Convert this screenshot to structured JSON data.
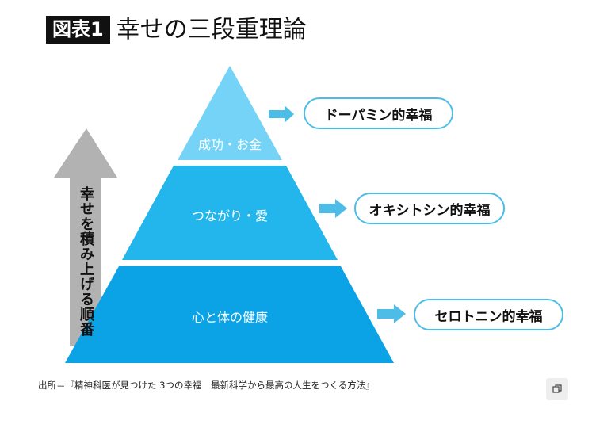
{
  "header": {
    "figure_label": "図表1",
    "title": "幸せの三段重理論"
  },
  "pyramid": {
    "tiers": [
      {
        "label": "成功・お金",
        "happiness": "ドーパミン的幸福",
        "color": "#74d3f6"
      },
      {
        "label": "つながり・愛",
        "happiness": "オキシトシン的幸福",
        "color": "#22b6ec"
      },
      {
        "label": "心と体の健康",
        "happiness": "セロトニン的幸福",
        "color": "#0ba2e6"
      }
    ],
    "arrow_color": "#4dbde8",
    "border_color": "#4dbde8"
  },
  "side_arrow": {
    "label": "幸せを積み上げる順番",
    "color": "#b2b2b2"
  },
  "source": "出所＝『精神科医が見つけた 3つの幸福　最新科学から最高の人生をつくる方法』",
  "icons": {
    "copy": "copy-icon"
  }
}
